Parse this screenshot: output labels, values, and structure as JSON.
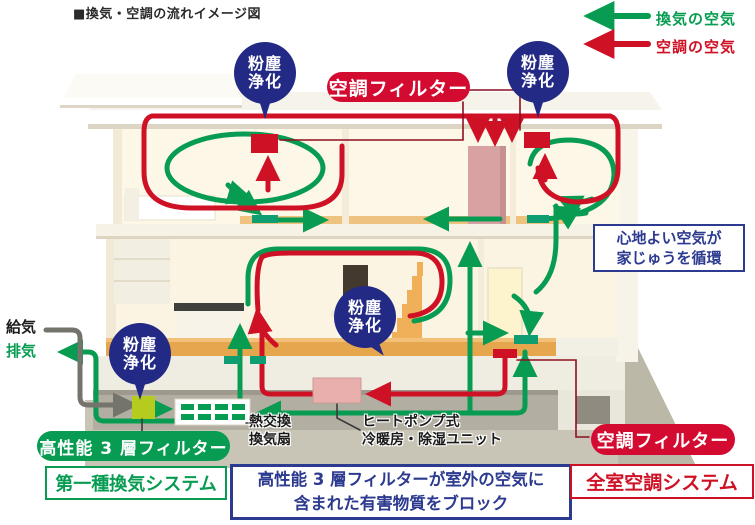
{
  "title": "■換気・空調の流れイメージ図",
  "legend": {
    "ventilation_air": "換気の空気",
    "conditioned_air": "空調の空気"
  },
  "callouts": {
    "dust_purification": {
      "line1": "粉塵",
      "line2": "浄化"
    },
    "aircon_filter_top": "空調フィルター",
    "aircon_filter_bottom": "空調フィルター",
    "comfort": {
      "line1": "心地よい空気が",
      "line2": "家じゅうを循環"
    },
    "high_performance_filter": "高性能 3 層フィルター",
    "heat_exchange_fan": {
      "line1": "熱交換",
      "line2": "換気扇"
    },
    "heat_pump_unit": {
      "line1": "ヒートポンプ式",
      "line2": "冷暖房・除湿ユニット"
    }
  },
  "systems": {
    "ventilation_system": "第一種換気システム",
    "aircon_system": "全室空調システム"
  },
  "flow_labels": {
    "supply": "給気",
    "exhaust": "排気"
  },
  "note": {
    "line1": "高性能 3 層フィルターが室外の空気に",
    "line2": "含まれた有害物質をブロック"
  },
  "colors": {
    "ventilation_green": "#089c52",
    "aircon_red": "#cf1126",
    "balloon_navy": "#232a85",
    "note_navy": "#2c3a8f",
    "duct_pink": "#d9a2a2",
    "filter_lime": "#b5cc1e",
    "grille_teal": "#0e9e72",
    "supply_gray": "#74746c"
  }
}
